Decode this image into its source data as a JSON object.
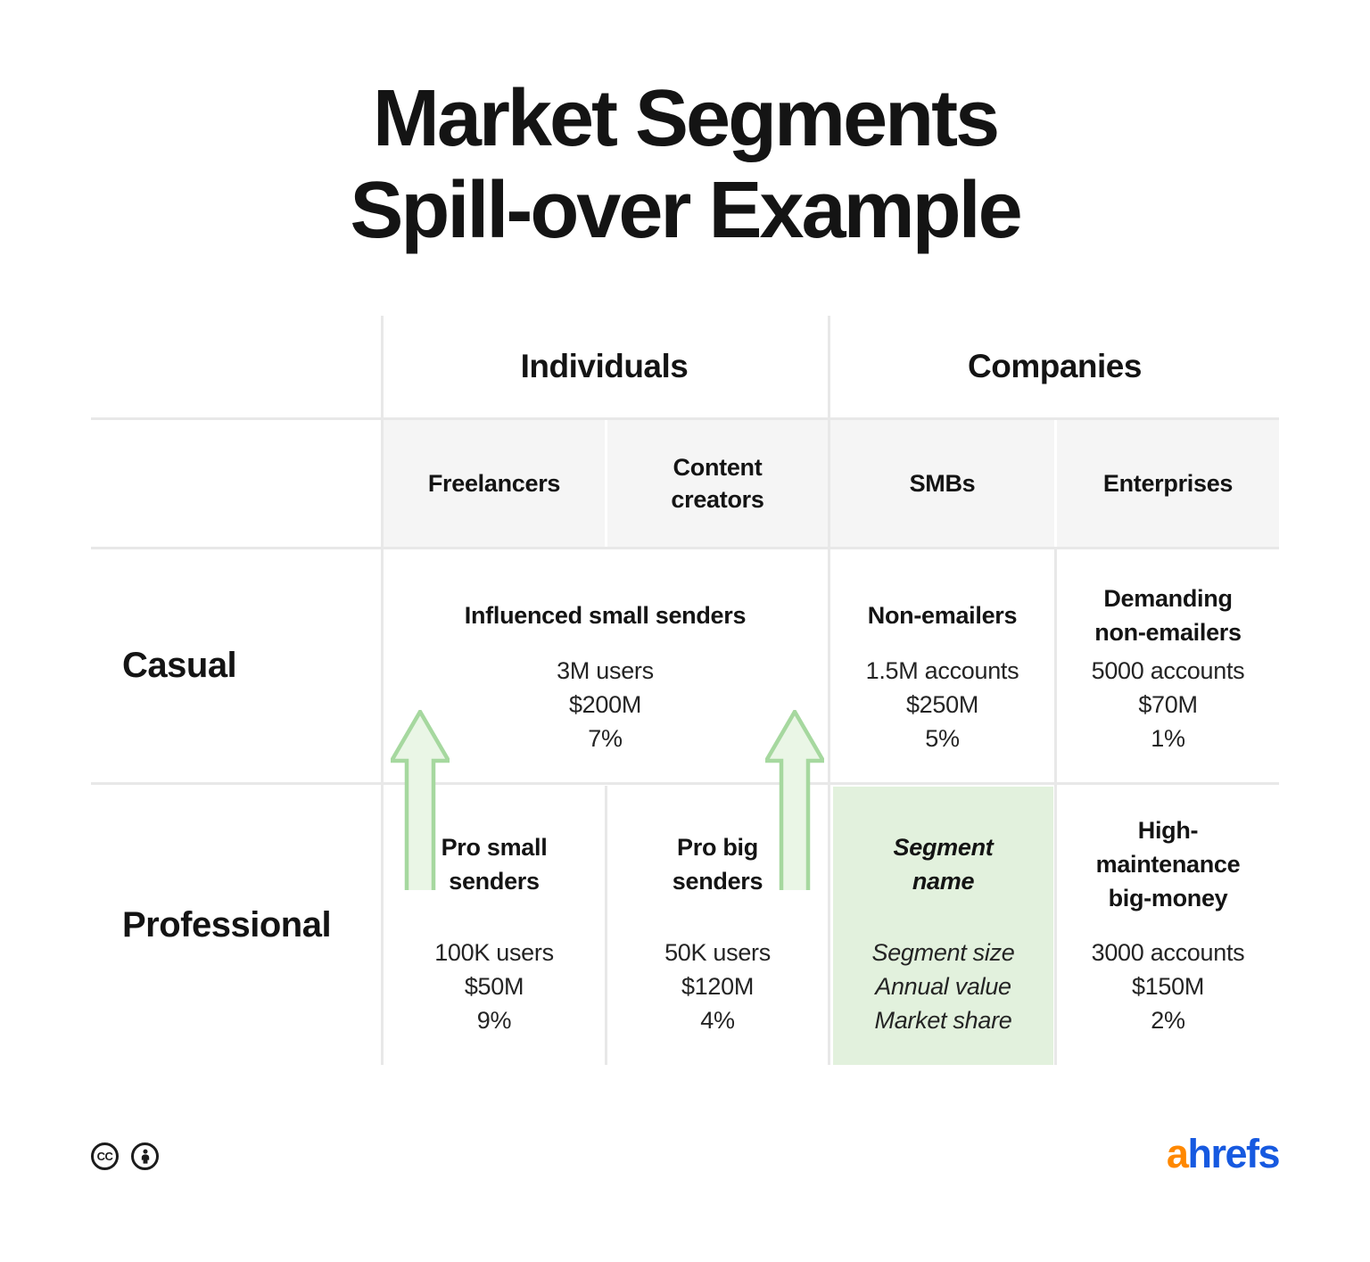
{
  "title": {
    "line1": "Market Segments",
    "line2": "Spill-over Example"
  },
  "table": {
    "group_headers": {
      "individuals": "Individuals",
      "companies": "Companies"
    },
    "column_headers": {
      "freelancers": "Freelancers",
      "content_creators": "Content\ncreators",
      "smbs": "SMBs",
      "enterprises": "Enterprises"
    },
    "row_headers": {
      "casual": "Casual",
      "professional": "Professional"
    },
    "cells": {
      "casual_individuals": {
        "name": "Influenced small senders",
        "size": "3M users",
        "value": "$200M",
        "share": "7%"
      },
      "casual_smbs": {
        "name": "Non-emailers",
        "size": "1.5M accounts",
        "value": "$250M",
        "share": "5%"
      },
      "casual_enterprises": {
        "name": "Demanding\nnon-emailers",
        "size": "5000 accounts",
        "value": "$70M",
        "share": "1%"
      },
      "professional_freelancers": {
        "name": "Pro small\nsenders",
        "size": "100K users",
        "value": "$50M",
        "share": "9%"
      },
      "professional_content_creators": {
        "name": "Pro big\nsenders",
        "size": "50K users",
        "value": "$120M",
        "share": "4%"
      },
      "professional_smbs": {
        "name": "Segment\nname",
        "size": "Segment size",
        "value": "Annual value",
        "share": "Market share"
      },
      "professional_enterprises": {
        "name": "High-\nmaintenance\nbig-money",
        "size": "3000 accounts",
        "value": "$150M",
        "share": "2%"
      }
    }
  },
  "footer": {
    "cc_label": "CC",
    "logo": {
      "first": "a",
      "rest": "hrefs"
    }
  },
  "colors": {
    "text": "#141414",
    "grid_line": "#e8e8e8",
    "header_cell_fill": "#f5f5f5",
    "highlight_cell_fill": "#e2f1dd",
    "arrow_fill": "#eaf6e6",
    "arrow_stroke": "#a6d89f",
    "logo_orange": "#ff8800",
    "logo_blue": "#1659e0"
  }
}
